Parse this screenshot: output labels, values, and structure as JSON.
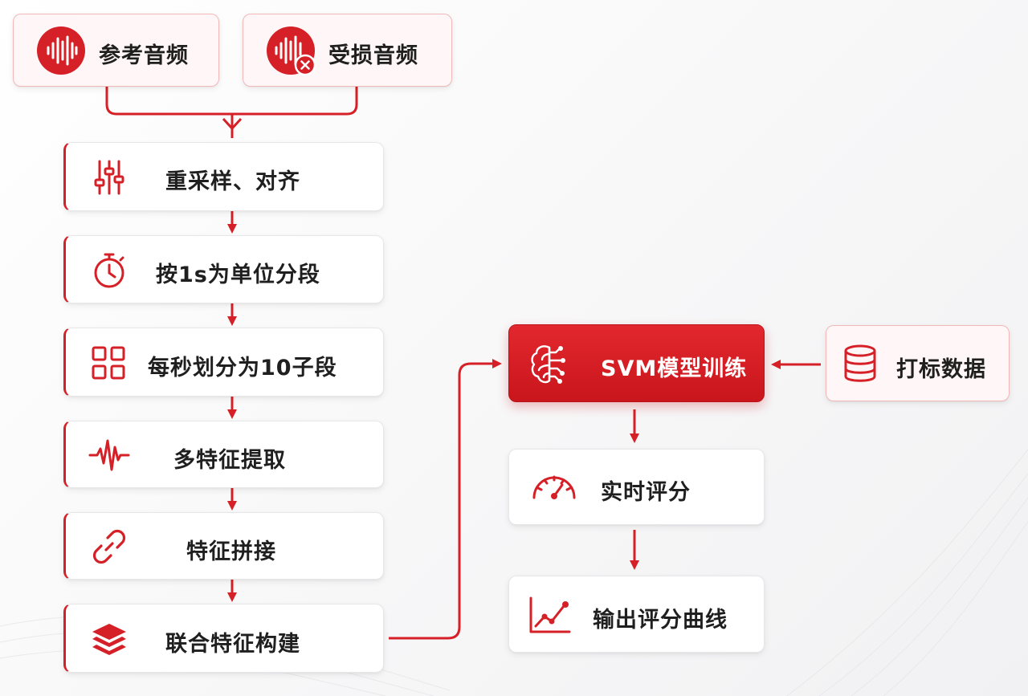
{
  "inputs": {
    "reference_audio": "参考音频",
    "damaged_audio": "受损音频"
  },
  "pipeline": [
    {
      "label": "重采样、对齐",
      "icon": "sliders-icon"
    },
    {
      "label": "按1s为单位分段",
      "icon": "stopwatch-icon"
    },
    {
      "label": "每秒划分为10子段",
      "icon": "grid-icon"
    },
    {
      "label": "多特征提取",
      "icon": "waveform-icon"
    },
    {
      "label": "特征拼接",
      "icon": "link-icon"
    },
    {
      "label": "联合特征构建",
      "icon": "layers-icon"
    }
  ],
  "model": {
    "label": "SVM模型训练",
    "icon": "brain-circuit-icon"
  },
  "labeled_data": {
    "label": "打标数据",
    "icon": "database-icon"
  },
  "outputs": [
    {
      "label": "实时评分",
      "icon": "gauge-icon"
    },
    {
      "label": "输出评分曲线",
      "icon": "line-chart-icon"
    }
  ],
  "colors": {
    "accent": "#d62027",
    "node_bg": "#ffffff",
    "input_bg": "#fff7f7",
    "model_bg": "#d41c23"
  }
}
